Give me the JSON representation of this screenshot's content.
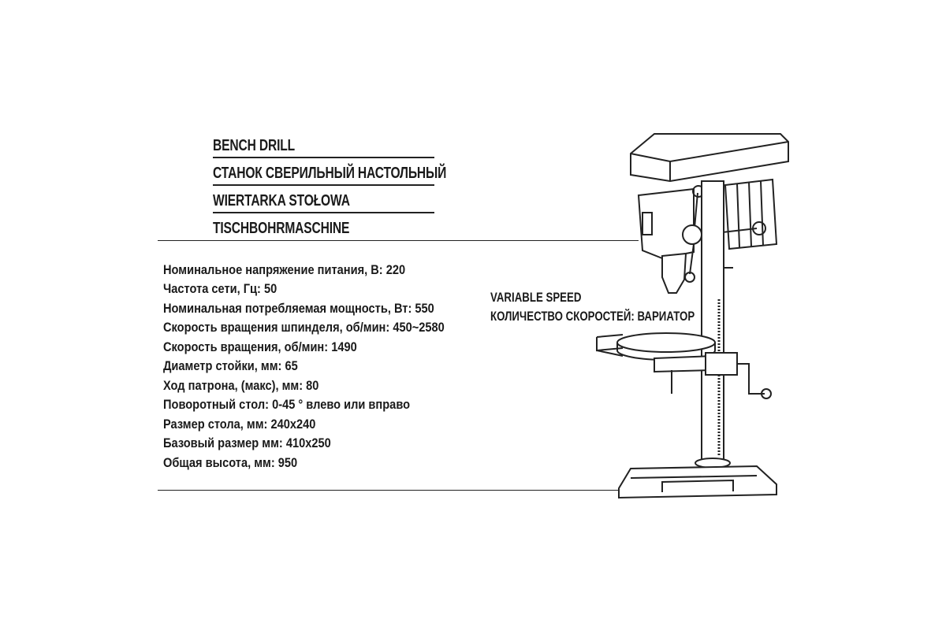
{
  "titles": [
    "BENCH DRILL",
    "СТАНОК СВЕРИЛЬНЫЙ НАСТОЛЬНЫЙ",
    "WIERTARKA STOŁOWA",
    "TISCHBOHRMASCHINE"
  ],
  "specs": [
    "Номинальное напряжение питания, В: 220",
    "Частота сети, Гц: 50",
    "Номинальная потребляемая мощность, Вт: 550",
    "Скорость вращения шпинделя, об/мин: 450~2580",
    "Скорость вращения, об/мин: 1490",
    "Диаметр стойки, мм: 65",
    "Ход патрона, (макс), мм: 80",
    "Поворотный  стол: 0-45 ° влево или вправо",
    "Размер стола, мм: 240x240",
    "Базовый размер мм: 410x250",
    "Общая высота, мм: 950"
  ],
  "speed": {
    "line1": "VARIABLE SPEED",
    "line2": "КОЛИЧЕСТВО СКОРОСТЕЙ: ВАРИАТОР"
  }
}
